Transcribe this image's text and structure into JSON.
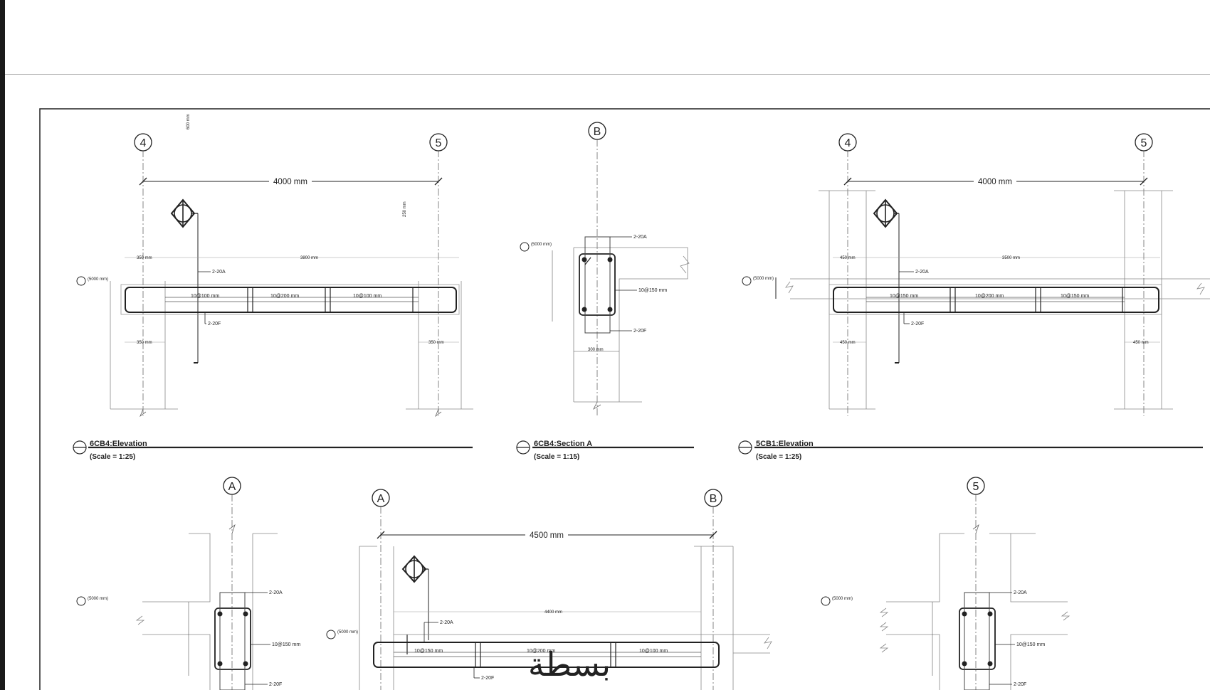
{
  "grid_labels": {
    "g4": "4",
    "g5": "5",
    "gB": "B",
    "gA": "A"
  },
  "dims": {
    "span_4000": "4000 mm",
    "span_4500": "4500 mm",
    "d_600": "600 mm",
    "d_250": "250 mm",
    "d_350": "350 mm",
    "d_3800": "3800 mm",
    "d_3500": "3500 mm",
    "d_450": "450 mm",
    "d_4400": "4400 mm",
    "d_300": "300 mm"
  },
  "notes": {
    "top_bars": "2-20A",
    "bottom_bars": "2-20F",
    "stirrup_100": "10@100 mm",
    "stirrup_200": "10@200 mm",
    "stirrup_150": "10@150 mm",
    "stirrup_section": "10@150 mm",
    "level": "(5000 mm)"
  },
  "views": {
    "v1": {
      "title": "6CB4:Elevation",
      "scale": "(Scale = 1:25)"
    },
    "v2": {
      "title": "6CB4:Section A",
      "scale": "(Scale = 1:15)"
    },
    "v3": {
      "title": "5CB1:Elevation",
      "scale": "(Scale = 1:25)"
    }
  },
  "watermark": "بسطة"
}
